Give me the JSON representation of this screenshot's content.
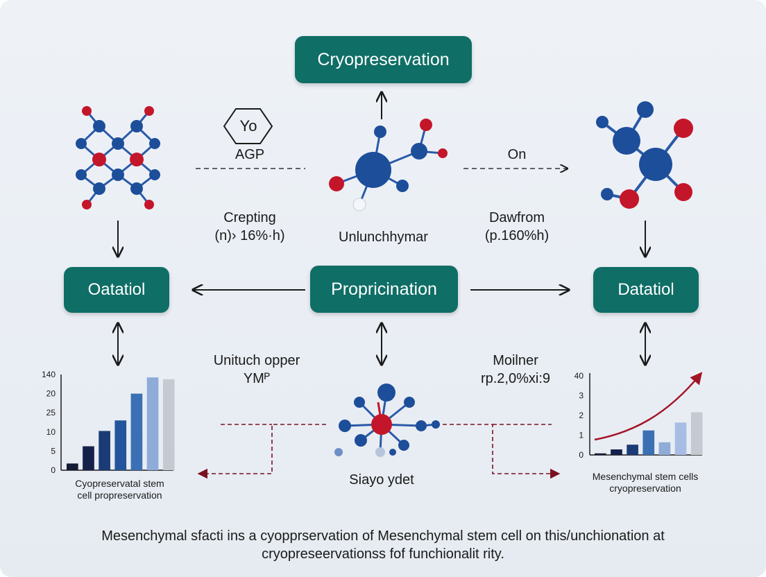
{
  "nodes": {
    "top": "Cryopreservation",
    "left": "Oatatiol",
    "center": "Propricination",
    "right": "Datatiol"
  },
  "labels": {
    "hexagon_text": "Yo",
    "agp": "AGP",
    "on": "On",
    "crepting_line1": "Crepting",
    "crepting_line2": "(n)› 16%·h)",
    "center_molecule": "Unlunchhymar",
    "dawfrom_line1": "Dawfrom",
    "dawfrom_line2": "(p.160%h)",
    "unituch_line1": "Unituch opper",
    "unituch_line2": "YMᴾ",
    "moilner_line1": "Moilner",
    "moilner_line2": "rp.2,0%xi:9",
    "bottom_molecule": "Siayo ydet"
  },
  "colors": {
    "node_fill": "#0f6e66",
    "atom_blue": "#1d4e9a",
    "atom_red": "#c4162a",
    "dashed_dark": "#333333",
    "dashed_red": "#7a1020",
    "trend": "#a31526"
  },
  "chart_data": [
    {
      "type": "bar",
      "ytick_labels": [
        "140",
        "20",
        "25",
        "10",
        "5",
        "0"
      ],
      "values": [
        0.07,
        0.25,
        0.41,
        0.52,
        0.8,
        0.97,
        0.95
      ],
      "caption_line1": "Cyopreservatal stem",
      "caption_line2": "cell propreservation"
    },
    {
      "type": "bar",
      "ytick_labels": [
        "40",
        "3",
        "2",
        "1",
        "0"
      ],
      "values": [
        0.02,
        0.07,
        0.13,
        0.31,
        0.16,
        0.41,
        0.54
      ],
      "trend_line": "rising",
      "caption_line1": "Mesenchymal stem cells",
      "caption_line2": "cryopreservation"
    }
  ],
  "footer": {
    "line1": "Mesenchymal sfacti ins a cyopprservation of Mesenchymal stem cell on this/unchionation at",
    "line2": "cryopreseervationss fof funchionalit rity."
  }
}
